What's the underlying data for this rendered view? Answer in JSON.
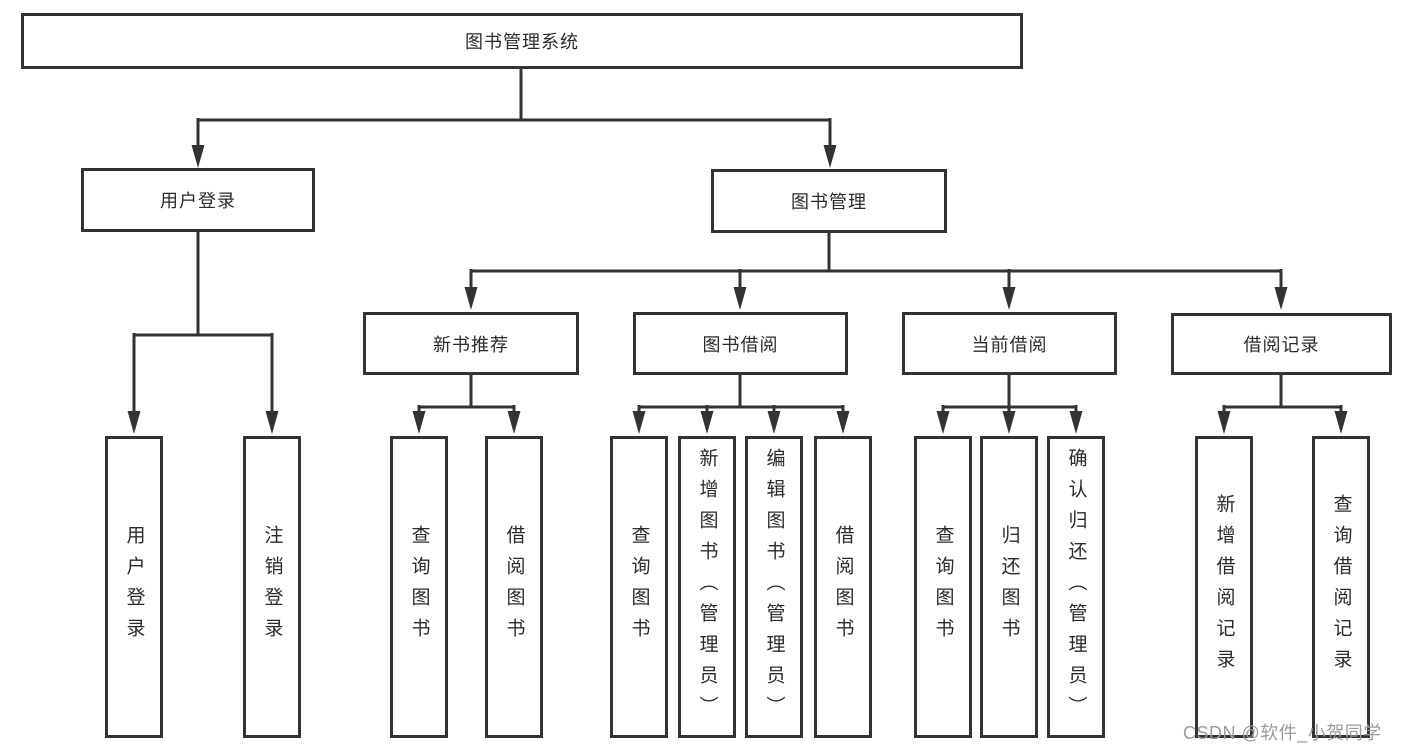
{
  "colors": {
    "line": "#333333",
    "text": "#2b2b2b",
    "background": "#ffffff",
    "watermark": "#9c9c9c"
  },
  "diagram": {
    "title": "图书管理系统",
    "branches": [
      {
        "label": "用户登录",
        "children": [
          "用户登录",
          "注销登录"
        ]
      },
      {
        "label": "图书管理",
        "children": [
          {
            "label": "新书推荐",
            "children": [
              "查询图书",
              "借阅图书"
            ]
          },
          {
            "label": "图书借阅",
            "children": [
              "查询图书",
              "新增图书（管理员）",
              "编辑图书（管理员）",
              "借阅图书"
            ]
          },
          {
            "label": "当前借阅",
            "children": [
              "查询图书",
              "归还图书",
              "确认归还（管理员）"
            ]
          },
          {
            "label": "借阅记录",
            "children": [
              "新增借阅记录",
              "查询借阅记录"
            ]
          }
        ]
      }
    ]
  },
  "watermark": {
    "text": "CSDN @软件_小贺同学"
  }
}
